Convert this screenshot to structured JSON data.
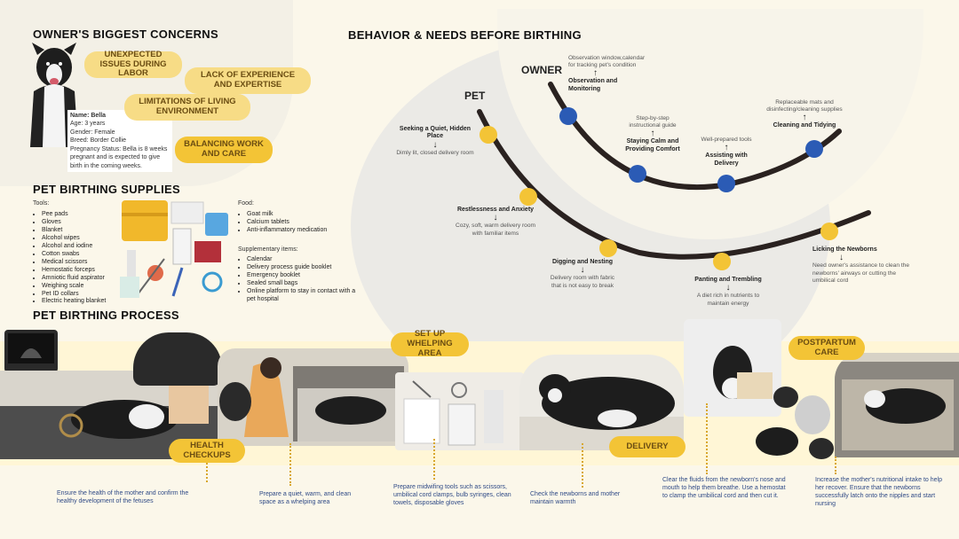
{
  "concerns": {
    "title": "OWNER'S BIGGEST CONCERNS",
    "items": [
      "UNEXPECTED ISSUES DURING LABOR",
      "LACK OF EXPERIENCE AND EXPERTISE",
      "LIMITATIONS OF LIVING ENVIRONMENT",
      "BALANCING WORK AND CARE"
    ],
    "profile": {
      "name": "Name: Bella",
      "age": "Age: 3 years",
      "gender": "Gender: Female",
      "breed": "Breed: Border Collie",
      "status": "Pregnancy Status: Bella is 8 weeks pregnant and is expected to give birth in the coming weeks."
    }
  },
  "supplies": {
    "title": "PET BIRTHING SUPPLIES",
    "tools_title": "Tools:",
    "tools": [
      "Pee pads",
      "Gloves",
      "Blanket",
      "Alcohol wipes",
      "Alcohol and iodine",
      "Cotton swabs",
      "Medical scissors",
      "Hemostatic forceps",
      "Amniotic fluid aspirator",
      "Weighing scale",
      "Pet ID collars",
      "Electric heating blanket"
    ],
    "food_title": "Food:",
    "food": [
      "Goat milk",
      "Calcium tablets",
      "Anti-inflammatory medication"
    ],
    "extra_title": "Supplementary items:",
    "extra": [
      "Calendar",
      "Delivery process guide booklet",
      "Emergency booklet",
      "Sealed small bags",
      "Online platform to stay in contact with a pet hospital"
    ]
  },
  "behavior": {
    "title": "BEHAVIOR & NEEDS BEFORE BIRTHING",
    "pet_label": "PET",
    "owner_label": "OWNER",
    "pet_steps": [
      {
        "label": "Seeking a Quiet, Hidden Place",
        "need": "Dimly lit, closed delivery room"
      },
      {
        "label": "Restlessness and Anxiety",
        "need": "Cozy, soft, warm delivery room with familiar items"
      },
      {
        "label": "Digging and Nesting",
        "need": "Delivery room with fabric that is not easy to break"
      },
      {
        "label": "Panting and Trembling",
        "need": "A diet rich in nutrients to maintain energy"
      },
      {
        "label": "Licking the Newborns",
        "need": "Need owner's assistance to clean the newborns' airways or cutting the umbilical cord"
      }
    ],
    "owner_steps": [
      {
        "label": "Observation and Monitoring",
        "need": "Observation window,calendar for tracking pet's condition"
      },
      {
        "label": "Staying Calm and Providing Comfort",
        "need": "Step-by-step instructional guide"
      },
      {
        "label": "Assisting with Delivery",
        "need": "Well-prepared tools"
      },
      {
        "label": "Cleaning and Tidying",
        "need": "Replaceable mats and disinfecting/cleaning supplies"
      }
    ]
  },
  "process": {
    "title": "PET BIRTHING PROCESS",
    "stages": [
      {
        "name": "HEALTH CHECKUPS",
        "desc": "Ensure the health of the mother and confirm the healthy development of the fetuses"
      },
      {
        "name": "",
        "desc": "Prepare a quiet, warm, and clean space as a whelping area"
      },
      {
        "name": "SET UP WHELPING AREA",
        "desc": "Prepare midwifing tools such as scissors, umbilical cord clamps, bulb syringes, clean towels, disposable gloves"
      },
      {
        "name": "",
        "desc": "Check the newborns and mother maintain warmth"
      },
      {
        "name": "DELIVERY",
        "desc": "Clear the fluids from the newborn's nose and mouth to help them breathe. Use a hemostat to clamp the umbilical cord and then cut it."
      },
      {
        "name": "POSTPARTUM CARE",
        "desc": "Increase the mother's nutritional intake to help her recover. Ensure that the newborns successfully latch onto the nipples and start nursing"
      }
    ]
  },
  "colors": {
    "accent": "#f3c436",
    "pet_dot": "#f3c436",
    "owner_dot": "#2b5bb5",
    "curve": "#2a2220",
    "text_blue": "#2f4a86"
  }
}
